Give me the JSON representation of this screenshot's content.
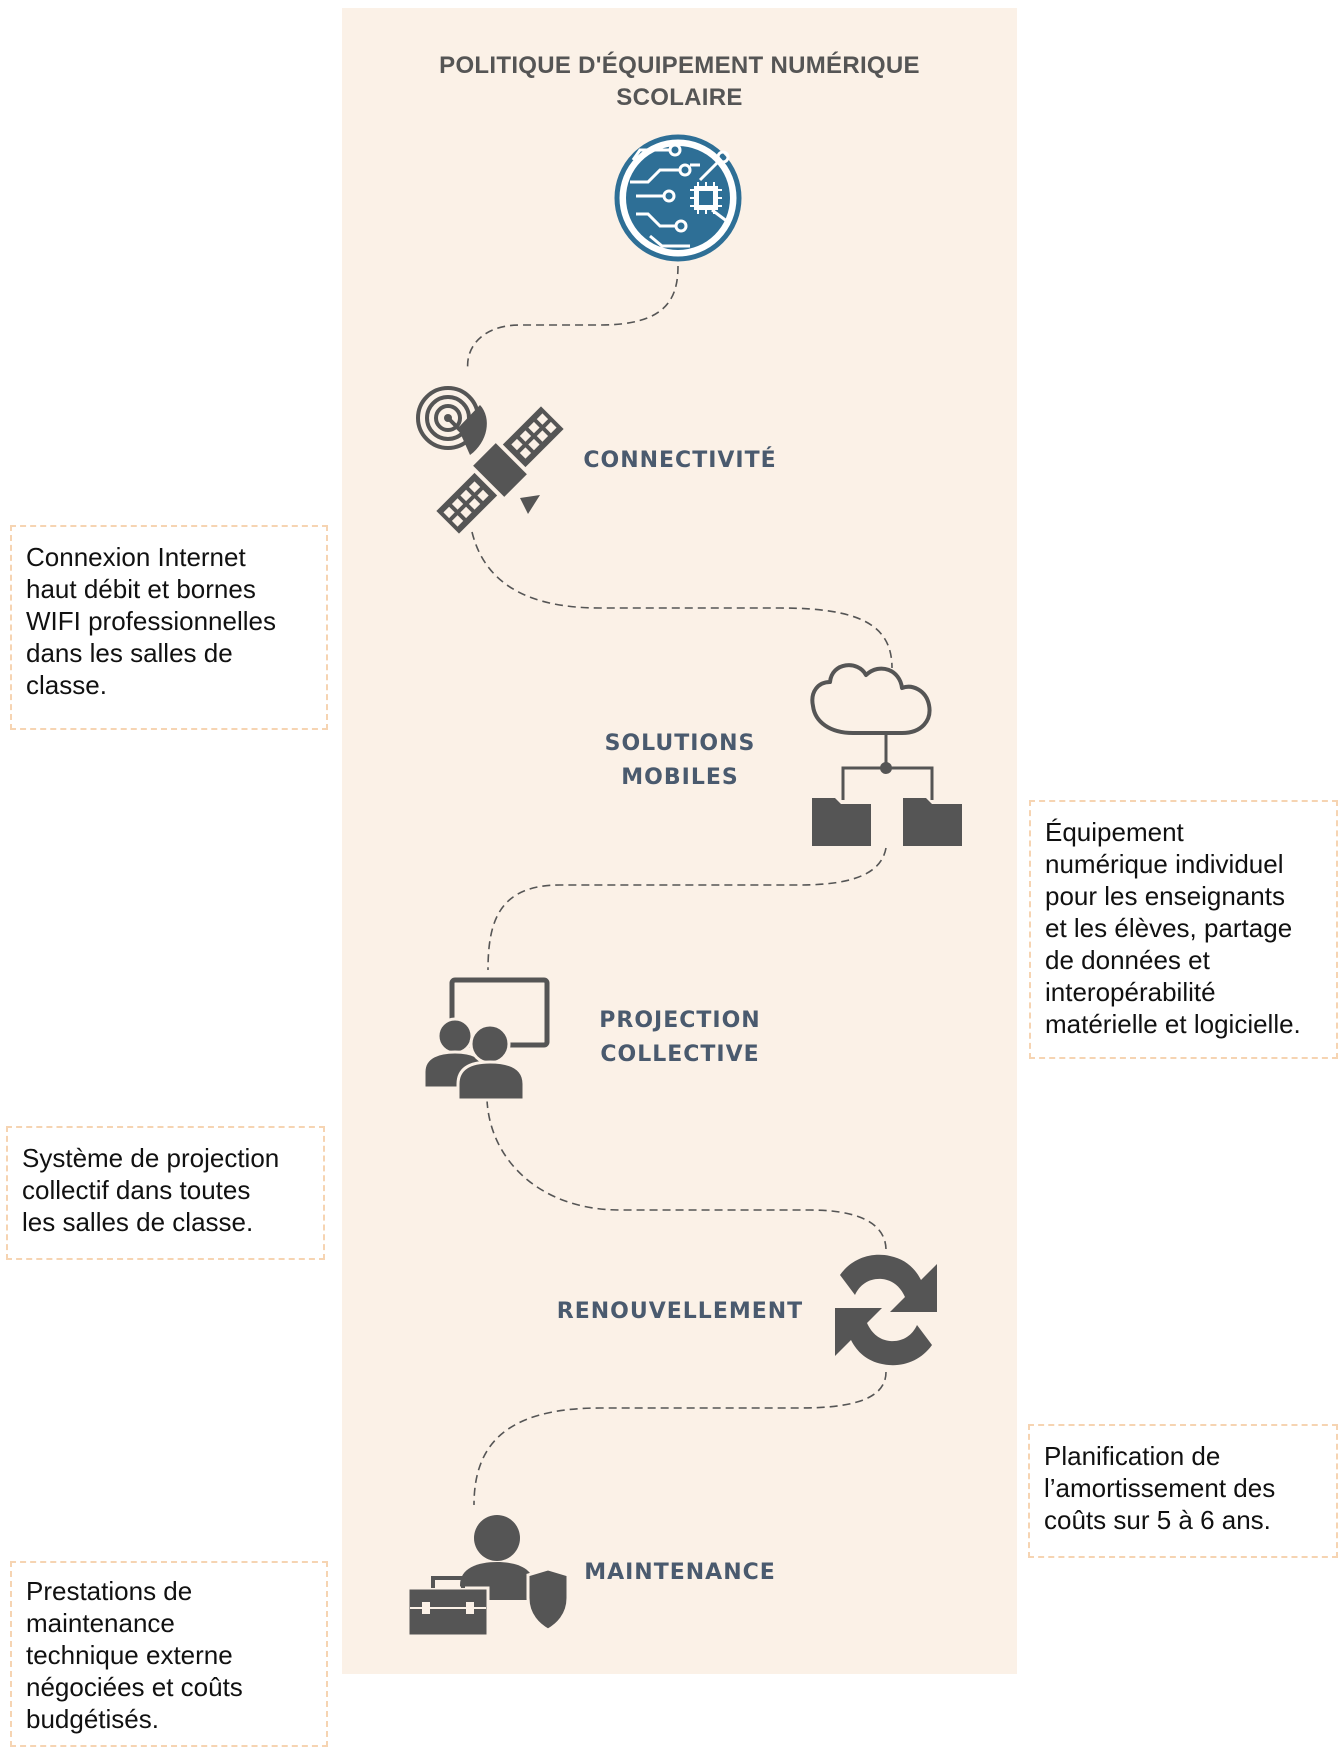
{
  "title": {
    "line1": "POLITIQUE D'ÉQUIPEMENT NUMÉRIQUE",
    "line2": "SCOLAIRE"
  },
  "steps": [
    {
      "label": "CONNECTIVITÉ",
      "icon": "satellite-icon"
    },
    {
      "label_line1": "SOLUTIONS",
      "label_line2": "MOBILES",
      "icon": "cloud-folders-icon"
    },
    {
      "label_line1": "PROJECTION",
      "label_line2": "COLLECTIVE",
      "icon": "presentation-icon"
    },
    {
      "label": "RENOUVELLEMENT",
      "icon": "refresh-icon"
    },
    {
      "label": "MAINTENANCE",
      "icon": "maintenance-icon"
    }
  ],
  "notes": {
    "connectivite": [
      "Connexion Internet",
      "haut débit et bornes",
      "WIFI professionnelles",
      "dans les salles de",
      "classe."
    ],
    "mobiles": [
      "Équipement",
      "numérique individuel",
      "pour les enseignants",
      "et les élèves, partage",
      "de données et",
      "interopérabilité",
      "matérielle et logicielle."
    ],
    "projection": [
      "Système de projection",
      "collectif dans toutes",
      "les salles de classe."
    ],
    "renouvellement": [
      "Planification de",
      "l’amortissement des",
      "coûts sur 5 à 6 ans."
    ],
    "maintenance": [
      "Prestations de",
      "maintenance",
      "technique externe",
      "négociées et coûts",
      "budgétisés."
    ]
  },
  "colors": {
    "panel": "#fbf1e7",
    "heading_text": "#4a5a6e",
    "icon_gray": "#555555",
    "circuit_blue": "#2e6f96",
    "note_border": "#f6d4b2"
  }
}
